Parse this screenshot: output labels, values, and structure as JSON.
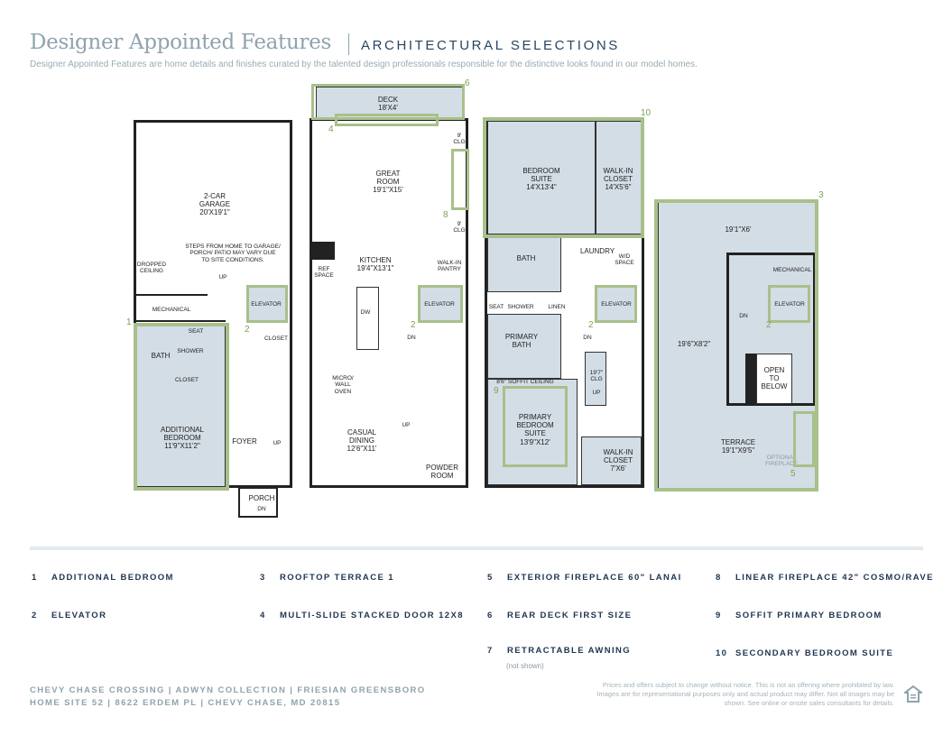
{
  "header": {
    "title": "Designer Appointed Features",
    "subtitle": "ARCHITECTURAL SELECTIONS",
    "intro": "Designer Appointed Features are home details and finishes curated by the talented design professionals responsible for the distinctive looks found in our model homes."
  },
  "plan1": {
    "garage": "2-CAR\nGARAGE\n20'X19'1\"",
    "steps": "STEPS FROM HOME TO GARAGE/\nPORCH/ PATIO MAY VARY DUE\nTO SITE CONDITIONS.",
    "dropped": "DROPPED\nCEILING",
    "up": "UP",
    "mechanical": "MECHANICAL",
    "elevator": "ELEVATOR",
    "closet": "CLOSET",
    "bath": "BATH",
    "seat": "SEAT",
    "shower": "SHOWER",
    "closet2": "CLOSET",
    "bedroom": "ADDITIONAL\nBEDROOM\n11'9\"X11'2\"",
    "foyer": "FOYER",
    "up2": "UP",
    "porch": "PORCH",
    "dn": "DN"
  },
  "plan2": {
    "deck": "DECK\n18'X4'",
    "great": "GREAT\nROOM\n19'1\"X15'",
    "clg1": "9'\nCLG",
    "clg2": "9'\nCLG",
    "kitchen": "KITCHEN\n19'4\"X13'1\"",
    "ref": "REF\nSPACE",
    "pantry": "WALK-IN\nPANTRY",
    "dw": "DW",
    "elevator": "ELEVATOR",
    "dn": "DN",
    "oven": "MICRO/\nWALL\nOVEN",
    "up": "UP",
    "dining": "CASUAL\nDINING\n12'6\"X11'",
    "powder": "POWDER\nROOM"
  },
  "plan3": {
    "bedroom": "BEDROOM\nSUITE\n14'X13'4\"",
    "wic": "WALK-IN\nCLOSET\n14'X5'6\"",
    "bath": "BATH",
    "laundry": "LAUNDRY",
    "wd": "W/D\nSPACE",
    "seat": "SEAT",
    "shower": "SHOWER",
    "linen": "LINEN",
    "elevator": "ELEVATOR",
    "dn": "DN",
    "pbath": "PRIMARY\nBATH",
    "soffit": "8'6\" SOFFIT CEILING",
    "clg": "19'7\"\nCLG",
    "up": "UP",
    "primary": "PRIMARY\nBEDROOM\nSUITE\n13'9\"X12'",
    "wic2": "WALK-IN\nCLOSET\n7'X6'"
  },
  "plan4": {
    "top": "19'1\"X6'",
    "mechanical": "MECHANICAL",
    "dn": "DN",
    "elevator": "ELEVATOR",
    "mid": "19'6\"X8'2\"",
    "open": "OPEN\nTO\nBELOW",
    "terrace": "TERRACE\n19'1\"X9'5\"",
    "fireplace": "OPTIONAL\nFIREPLACE"
  },
  "markers": [
    "1",
    "2",
    "2",
    "2",
    "2",
    "3",
    "4",
    "5",
    "6",
    "8",
    "9",
    "10"
  ],
  "legend": [
    {
      "n": "1",
      "label": "ADDITIONAL BEDROOM"
    },
    {
      "n": "2",
      "label": "ELEVATOR"
    },
    {
      "n": "3",
      "label": "ROOFTOP TERRACE 1"
    },
    {
      "n": "4",
      "label": "MULTI-SLIDE STACKED DOOR 12X8"
    },
    {
      "n": "5",
      "label": "EXTERIOR FIREPLACE 60\" LANAI"
    },
    {
      "n": "6",
      "label": "REAR DECK FIRST SIZE"
    },
    {
      "n": "7",
      "label": "RETRACTABLE AWNING",
      "note": "(not shown)"
    },
    {
      "n": "8",
      "label": "LINEAR FIREPLACE 42\" COSMO/RAVE"
    },
    {
      "n": "9",
      "label": "SOFFIT PRIMARY BEDROOM"
    },
    {
      "n": "10",
      "label": "SECONDARY BEDROOM SUITE"
    }
  ],
  "footer": {
    "line1": "CHEVY CHASE CROSSING  |  ADWYN COLLECTION  |  FRIESIAN GREENSBORO",
    "line2": "HOME SITE 52  |  8622 ERDEM PL  |  CHEVY CHASE, MD 20815",
    "disclaimer": "Prices and offers subject to change without notice. This is not an offering where prohibited by law. Images are for representational purposes only and actual product may differ. Not all images may be shown. See online or onsite sales consultants for details."
  },
  "colors": {
    "accent": "#a8c08a",
    "room": "#d3dde6",
    "title": "#8fa3ad",
    "navy": "#1f3550"
  }
}
